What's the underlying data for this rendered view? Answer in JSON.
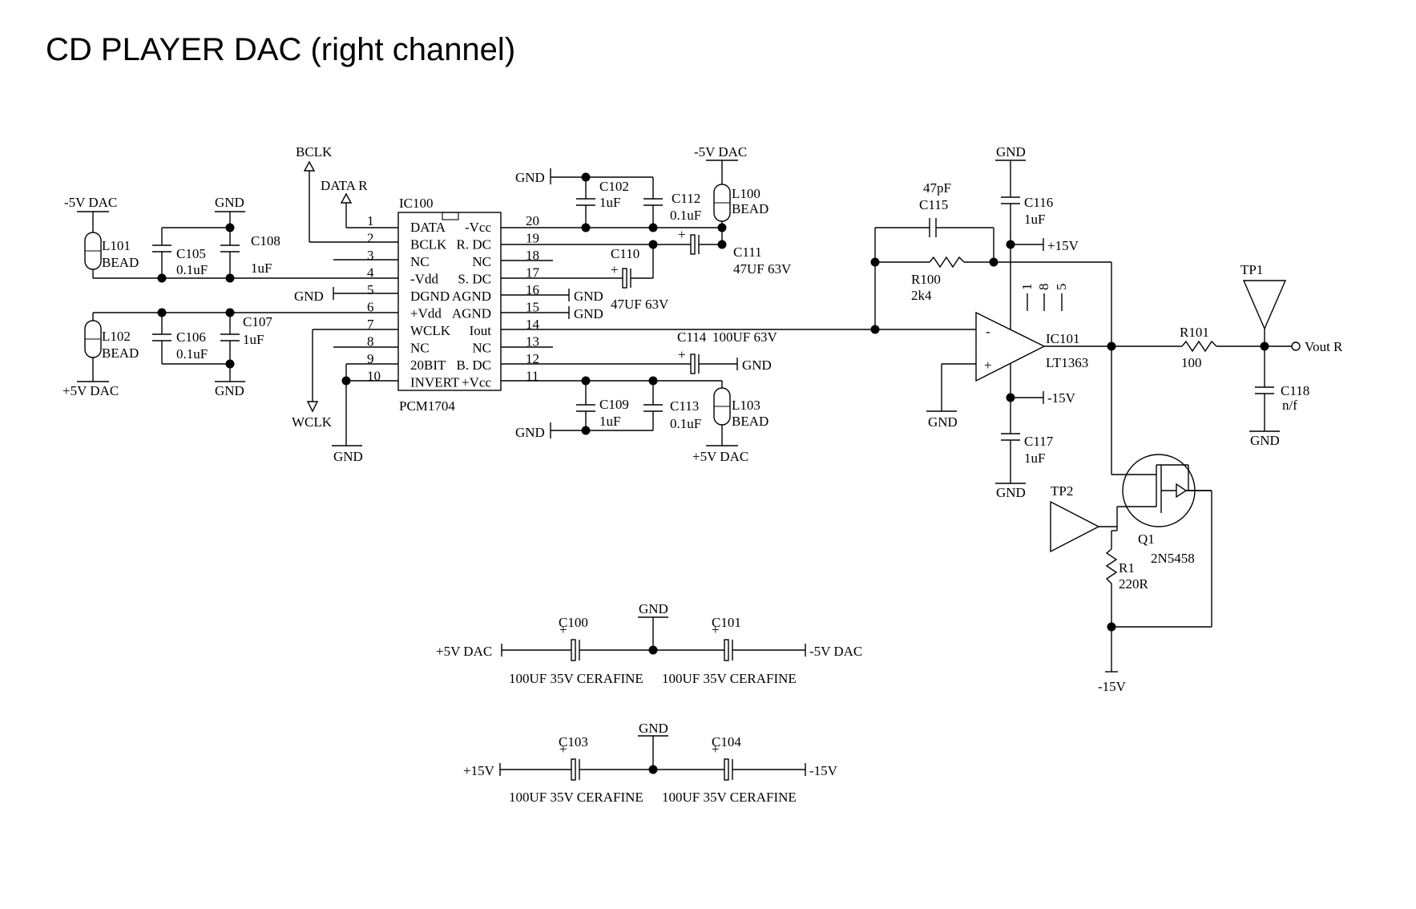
{
  "title": "CD PLAYER DAC (right channel)",
  "nets": {
    "bclk": "BCLK",
    "data_r": "DATA R",
    "wclk": "WCLK",
    "m5v_dac": "-5V DAC",
    "p5v_dac": "+5V DAC",
    "gnd": "GND",
    "p15v": "+15V",
    "m15v": "-15V",
    "vout": "Vout R"
  },
  "ic100": {
    "ref": "IC100",
    "part": "PCM1704",
    "left_pins": [
      {
        "num": "1",
        "name": "DATA"
      },
      {
        "num": "2",
        "name": "BCLK"
      },
      {
        "num": "3",
        "name": "NC"
      },
      {
        "num": "4",
        "name": "-Vdd"
      },
      {
        "num": "5",
        "name": "DGND"
      },
      {
        "num": "6",
        "name": "+Vdd"
      },
      {
        "num": "7",
        "name": "WCLK"
      },
      {
        "num": "8",
        "name": "NC"
      },
      {
        "num": "9",
        "name": "20BIT"
      },
      {
        "num": "10",
        "name": "INVERT"
      }
    ],
    "right_pins": [
      {
        "num": "20",
        "name": "-Vcc"
      },
      {
        "num": "19",
        "name": "R. DC"
      },
      {
        "num": "18",
        "name": "NC"
      },
      {
        "num": "17",
        "name": "S. DC"
      },
      {
        "num": "16",
        "name": "AGND"
      },
      {
        "num": "15",
        "name": "AGND"
      },
      {
        "num": "14",
        "name": "Iout"
      },
      {
        "num": "13",
        "name": "NC"
      },
      {
        "num": "12",
        "name": "B. DC"
      },
      {
        "num": "11",
        "name": "+Vcc"
      }
    ]
  },
  "ic101": {
    "ref": "IC101",
    "part": "LT1363",
    "pins": [
      "1",
      "8",
      "5"
    ],
    "inv": "-",
    "noninv": "+"
  },
  "components": {
    "l100": {
      "ref": "L100",
      "value": "BEAD"
    },
    "l101": {
      "ref": "L101",
      "value": "BEAD"
    },
    "l102": {
      "ref": "L102",
      "value": "BEAD"
    },
    "l103": {
      "ref": "L103",
      "value": "BEAD"
    },
    "c102": {
      "ref": "C102",
      "value": "1uF"
    },
    "c112": {
      "ref": "C112",
      "value": "0.1uF"
    },
    "c105": {
      "ref": "C105",
      "value": "0.1uF"
    },
    "c108": {
      "ref": "C108",
      "value": "1uF"
    },
    "c106": {
      "ref": "C106",
      "value": "0.1uF"
    },
    "c107": {
      "ref": "C107",
      "value": "1uF"
    },
    "c110": {
      "ref": "C110",
      "value": "47UF 63V"
    },
    "c111": {
      "ref": "C111",
      "value": "47UF 63V"
    },
    "c114": {
      "ref": "C114",
      "value": "100UF 63V"
    },
    "c109": {
      "ref": "C109",
      "value": "1uF"
    },
    "c113": {
      "ref": "C113",
      "value": "0.1uF"
    },
    "c115": {
      "ref": "C115",
      "value": "47pF"
    },
    "r100": {
      "ref": "R100",
      "value": "2k4"
    },
    "c116": {
      "ref": "C116",
      "value": "1uF"
    },
    "c117": {
      "ref": "C117",
      "value": "1uF"
    },
    "r101": {
      "ref": "R101",
      "value": "100"
    },
    "c118": {
      "ref": "C118",
      "value": "n/f"
    },
    "tp1": {
      "ref": "TP1"
    },
    "tp2": {
      "ref": "TP2"
    },
    "q1": {
      "ref": "Q1",
      "value": "2N5458"
    },
    "r1": {
      "ref": "R1",
      "value": "220R"
    },
    "c100": {
      "ref": "C100",
      "value": "100UF 35V CERAFINE"
    },
    "c101": {
      "ref": "C101",
      "value": "100UF 35V CERAFINE"
    },
    "c103": {
      "ref": "C103",
      "value": "100UF 35V CERAFINE"
    },
    "c104": {
      "ref": "C104",
      "value": "100UF 35V CERAFINE"
    }
  },
  "polarity_plus": "+"
}
